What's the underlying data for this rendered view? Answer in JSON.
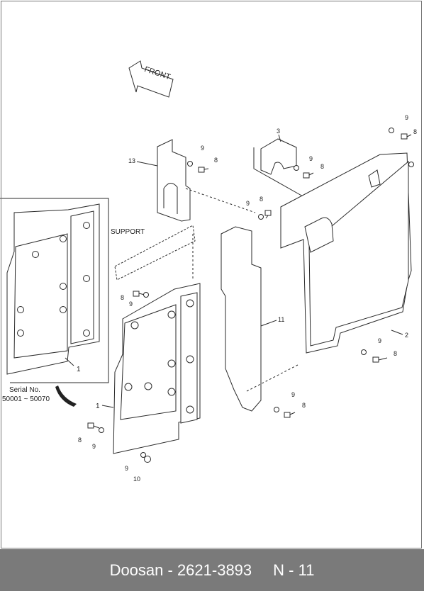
{
  "diagram": {
    "front_label": "FRONT",
    "support_label": "SUPPORT",
    "serial_label": "Serial No.",
    "serial_range": "50001 ~ 50070",
    "callouts": {
      "c13": "13",
      "c3": "3",
      "c2": "2",
      "c11": "11",
      "c10": "10",
      "c1_inset": "1",
      "c1_main": "1",
      "c9_a": "9",
      "c8_a": "8",
      "c9_b": "9",
      "c8_b": "8",
      "c9_c": "9",
      "c8_c": "8",
      "c9_d": "9",
      "c8_d": "8",
      "c9_e": "9",
      "c8_e": "8",
      "c9_f": "9",
      "c8_f": "8",
      "c9_g": "9",
      "c8_g": "8",
      "c9_h": "9",
      "c8_h": "8",
      "c9_i": "9"
    }
  },
  "footer": {
    "brand_part": "Doosan - 2621-3893",
    "page_code": "N - 11"
  }
}
